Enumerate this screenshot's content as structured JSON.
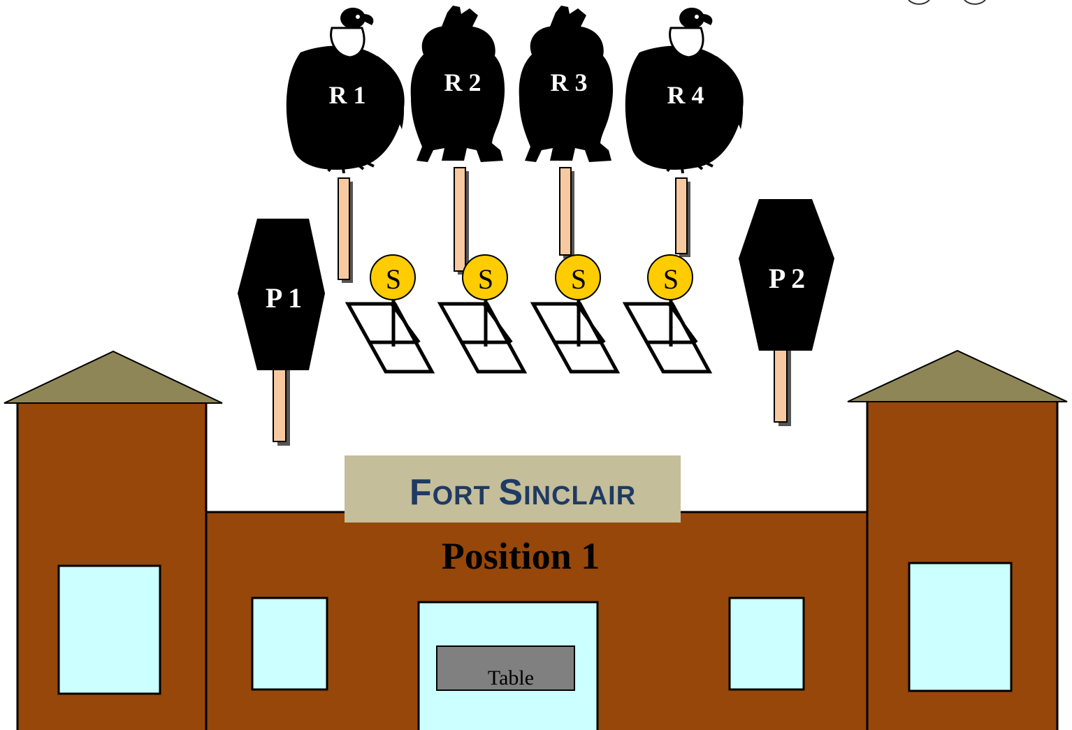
{
  "fort_sign": {
    "text": "FORT SINCLAIR",
    "first_cap": "F",
    "rest_first": "ORT ",
    "second_cap": "S",
    "rest_second": "INCLAIR"
  },
  "position_label": "Position 1",
  "table_label": "Table",
  "role_players": [
    {
      "id": "r1",
      "label": "R 1",
      "figure": "vulture-icon"
    },
    {
      "id": "r2",
      "label": "R 2",
      "figure": "bear-silhouette-icon"
    },
    {
      "id": "r3",
      "label": "R 3",
      "figure": "bear-silhouette-icon"
    },
    {
      "id": "r4",
      "label": "R 4",
      "figure": "vulture-icon"
    }
  ],
  "protesters": [
    {
      "id": "p1",
      "label": "P 1"
    },
    {
      "id": "p2",
      "label": "P 2"
    }
  ],
  "security_labels": [
    "S",
    "S",
    "S",
    "S"
  ],
  "colors": {
    "building_brown": "#964709",
    "roof": "#8f8657",
    "window": "#ccffff",
    "sign_bg": "#c4be9a",
    "sign_text": "#1f3a63",
    "pole": "#f7c9a0",
    "security_gold": "#ffcc00",
    "table_gray": "#808080"
  }
}
